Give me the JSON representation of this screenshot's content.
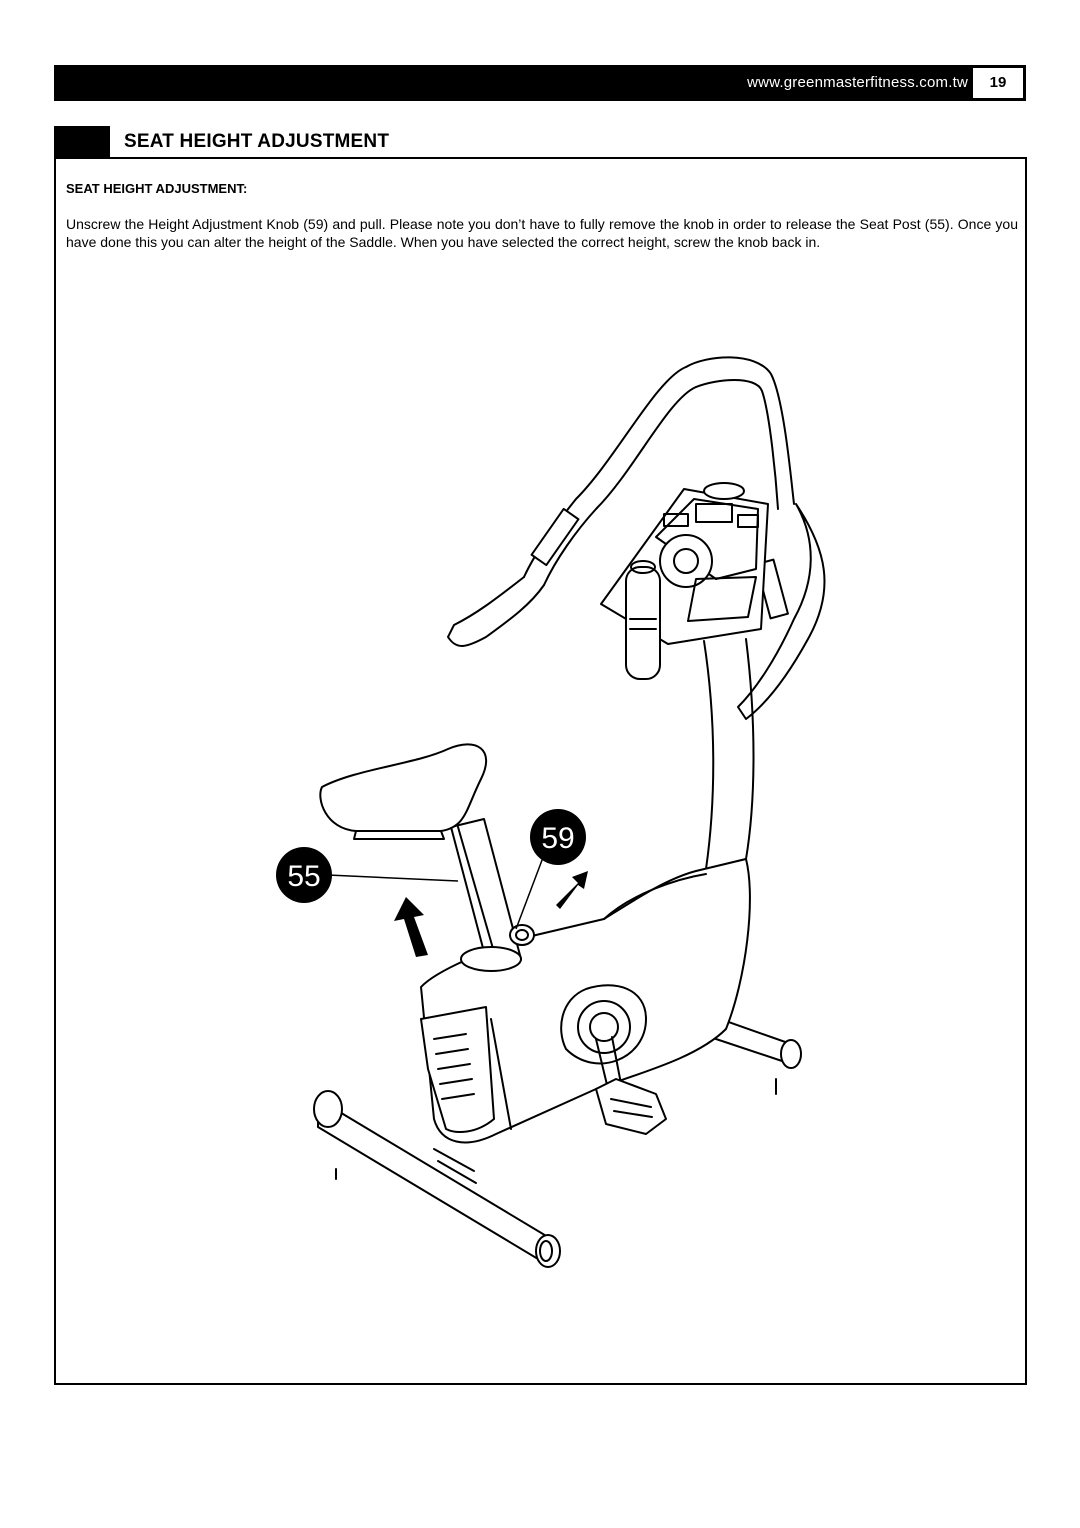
{
  "header": {
    "url": "www.greenmasterfitness.com.tw",
    "page_number": "19"
  },
  "section": {
    "title": "SEAT HEIGHT ADJUSTMENT"
  },
  "content": {
    "subheading": "SEAT HEIGHT ADJUSTMENT:",
    "body": "Unscrew the Height Adjustment Knob (59) and pull.  Please note you don’t have to fully remove the knob in order to release the Seat Post (55).  Once you have done this you can alter the height of the Saddle.  When you have selected the correct height, screw the knob back in."
  },
  "illustration": {
    "callouts": [
      "59",
      "55"
    ]
  }
}
